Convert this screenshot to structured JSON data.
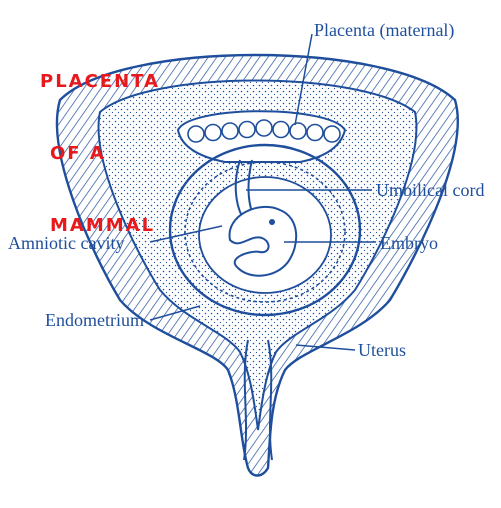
{
  "title": {
    "lines": [
      "PLACENTA",
      "OF A",
      "MAMMAL"
    ],
    "color": "#e8191c"
  },
  "ink_color": "#1f4f9c",
  "labels": {
    "placenta": "Placenta (maternal)",
    "umbilical_cord": "Umbilical cord",
    "amniotic_cavity": "Amniotic cavity",
    "embryo": "Embryo",
    "endometrium": "Endometrium",
    "uterus": "Uterus"
  }
}
